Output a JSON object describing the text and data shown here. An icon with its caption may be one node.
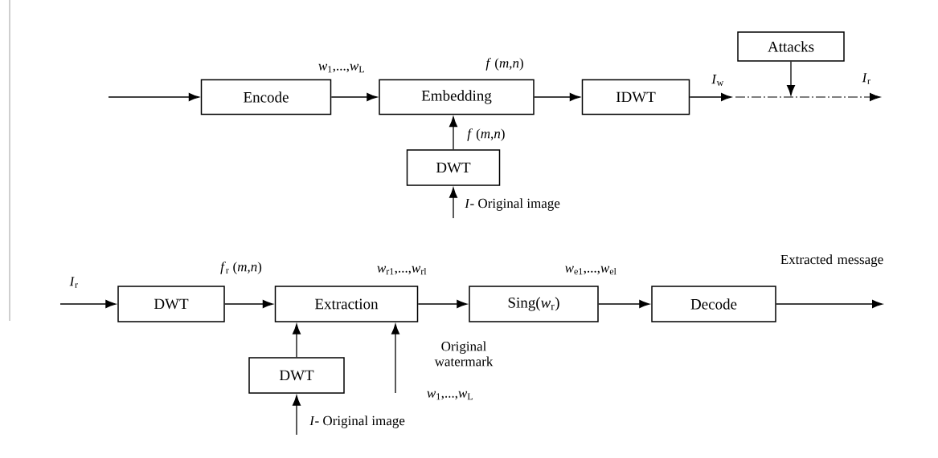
{
  "diagram": {
    "nodes": [
      {
        "text": [
          "Encode"
        ]
      },
      {
        "text": [
          "Embedding"
        ]
      },
      {
        "text": [
          "IDWT"
        ]
      },
      {
        "text": [
          "DWT"
        ]
      },
      {
        "text": [
          "Attacks"
        ]
      },
      {
        "text": [
          "DWT"
        ]
      },
      {
        "text": [
          "Extraction"
        ]
      },
      {
        "text": [
          "Sing(*w*$_{r}$)"
        ]
      },
      {
        "text": [
          "Decode"
        ]
      },
      {
        "text": [
          "DWT"
        ]
      }
    ],
    "edges": [
      {
        "from": null,
        "to": 0,
        "arrow": "to"
      },
      {
        "from": 0,
        "to": 1,
        "arrow": "to",
        "label": "*w*$_{1}$,...,*w*$_{L}$"
      },
      {
        "from": 1,
        "to": 2,
        "arrow": "to",
        "label": "*f* (*m*,*n*)"
      },
      {
        "from": 3,
        "to": 1,
        "arrow": "to",
        "label": "*f* (*m*,*n*)"
      },
      {
        "from": null,
        "to": 3,
        "arrow": "to",
        "label": "*I*- Original image"
      },
      {
        "from": 2,
        "to": null,
        "arrow": "to",
        "label": "*I*$_{w}$"
      },
      {
        "from": 4,
        "to": null,
        "arrow": "to"
      },
      {
        "from": null,
        "to": 5,
        "arrow": "to",
        "label": "*I*$_{r}$"
      },
      {
        "from": 5,
        "to": 6,
        "arrow": "to",
        "label": "*f*$_{r}$ (*m*,*n*)"
      },
      {
        "from": 6,
        "to": 7,
        "arrow": "to",
        "label": "*w*$_{r1}$,...,*w*$_{rl}$"
      },
      {
        "from": 7,
        "to": 8,
        "arrow": "to",
        "label": "*w*$_{e1}$,...,*w*$_{el}$"
      },
      {
        "from": 8,
        "to": null,
        "arrow": "to",
        "label": "Extracted message"
      },
      {
        "from": 9,
        "to": 6,
        "arrow": "to"
      },
      {
        "from": null,
        "to": 9,
        "arrow": "to",
        "label": "*I*- Original image"
      },
      {
        "from": null,
        "to": 6,
        "arrow": "to",
        "label": "Original watermark"
      }
    ],
    "labels": [
      "*I*$_{r}$",
      "*w*$_{1}$,...,*w*$_{L}$"
    ]
  }
}
